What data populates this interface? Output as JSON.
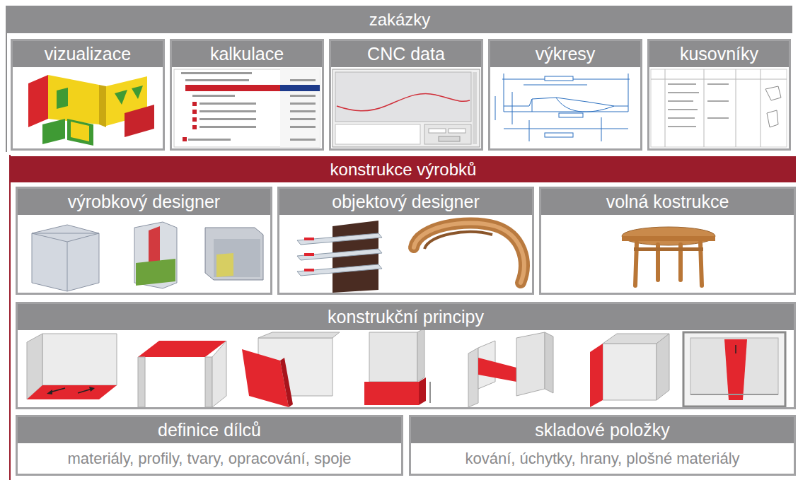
{
  "diagram": {
    "nodes": [
      {
        "text": [
          "zakázky"
        ]
      },
      {
        "text": [
          "vizualizace"
        ],
        "in": 0
      },
      {
        "text": [
          "kalkulace"
        ],
        "in": 0
      },
      {
        "text": [
          "CNC data"
        ],
        "in": 0
      },
      {
        "text": [
          "výkresy"
        ],
        "in": 0
      },
      {
        "text": [
          "kusovníky"
        ],
        "in": 0
      },
      {
        "text": [
          "konstrukce výrobků"
        ]
      },
      {
        "text": [
          "výrobkový designer"
        ],
        "in": 6
      },
      {
        "text": [
          "objektový designer"
        ],
        "in": 6
      },
      {
        "text": [
          "volná kostrukce"
        ],
        "in": 6
      },
      {
        "text": [
          "konstrukční principy"
        ],
        "in": 6
      },
      {
        "text": [
          "definice dílců",
          "materiály, profily, tvary, opracování, spoje"
        ],
        "in": 6
      },
      {
        "text": [
          "skladové položky",
          "kování, úchytky, hrany, plošné materiály"
        ],
        "in": 6
      }
    ]
  }
}
